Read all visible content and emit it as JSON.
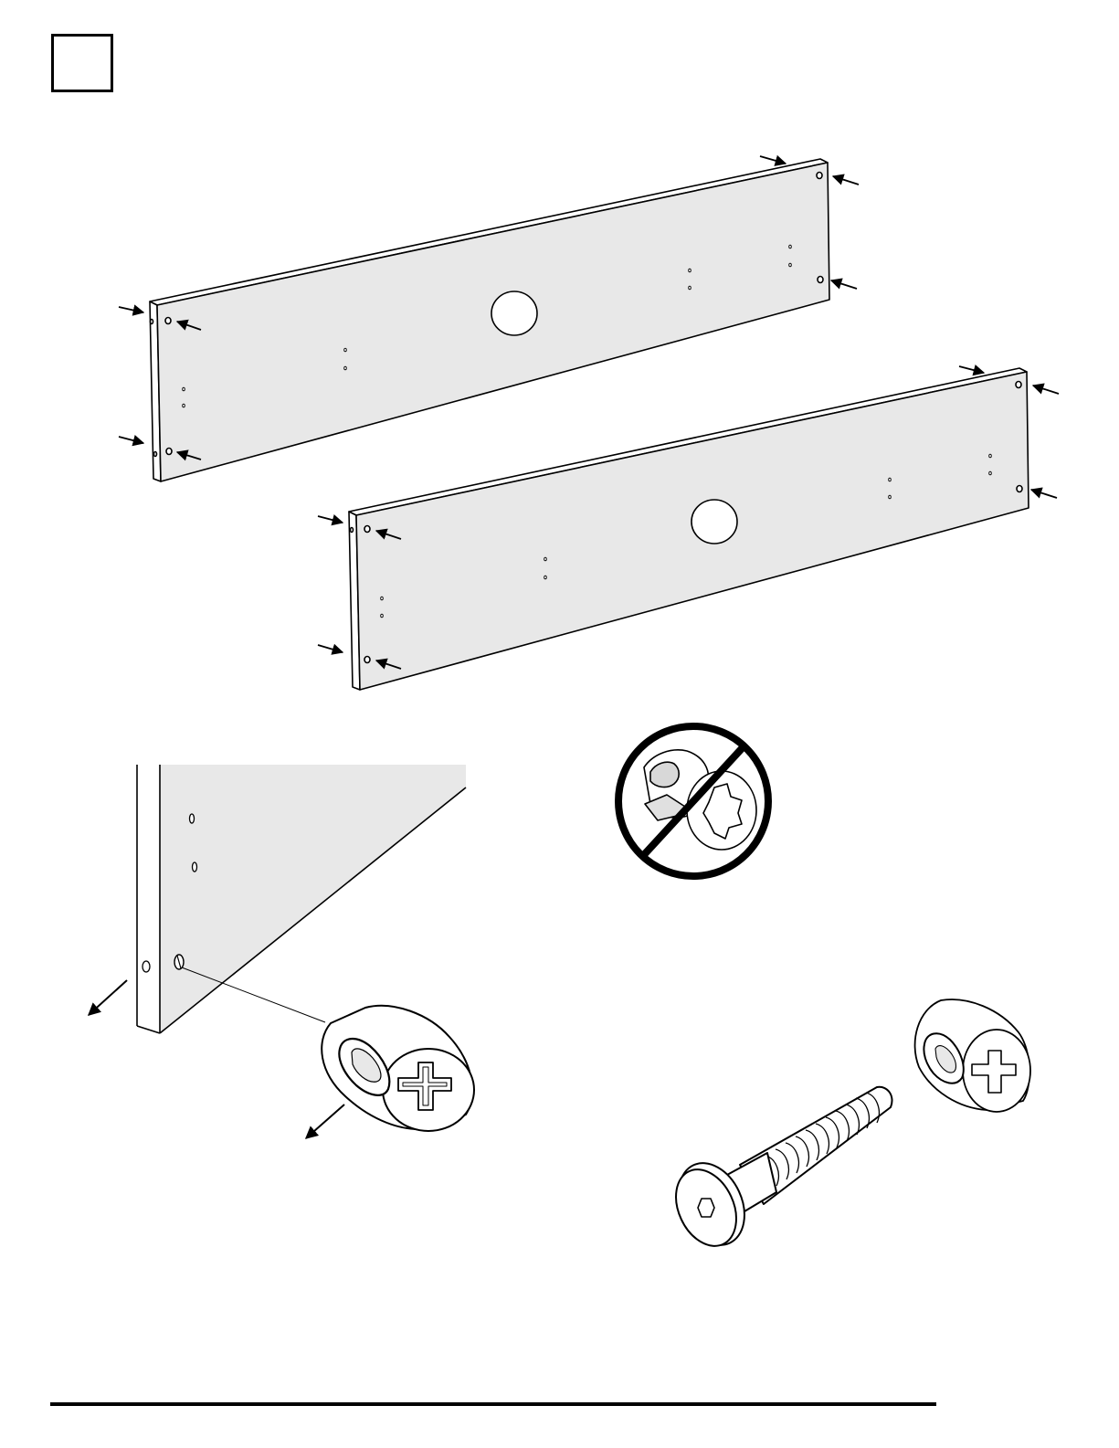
{
  "page": {
    "step_number": ""
  },
  "colors": {
    "ink": "#000000",
    "panel_face": "#e8e8e8",
    "panel_edge": "#ffffff",
    "paper": "#ffffff"
  },
  "figures": {
    "top_panel": "panel",
    "bottom_panel": "panel",
    "detail_panel_corner": "panel-corner-detail",
    "cam_lock": "cam-lock-nut",
    "prohibited_cam_lock": "prohibited-cam-lock-icon",
    "connector_bolt": "connector-bolt",
    "cam_lock_pair": "cam-lock-nut"
  }
}
